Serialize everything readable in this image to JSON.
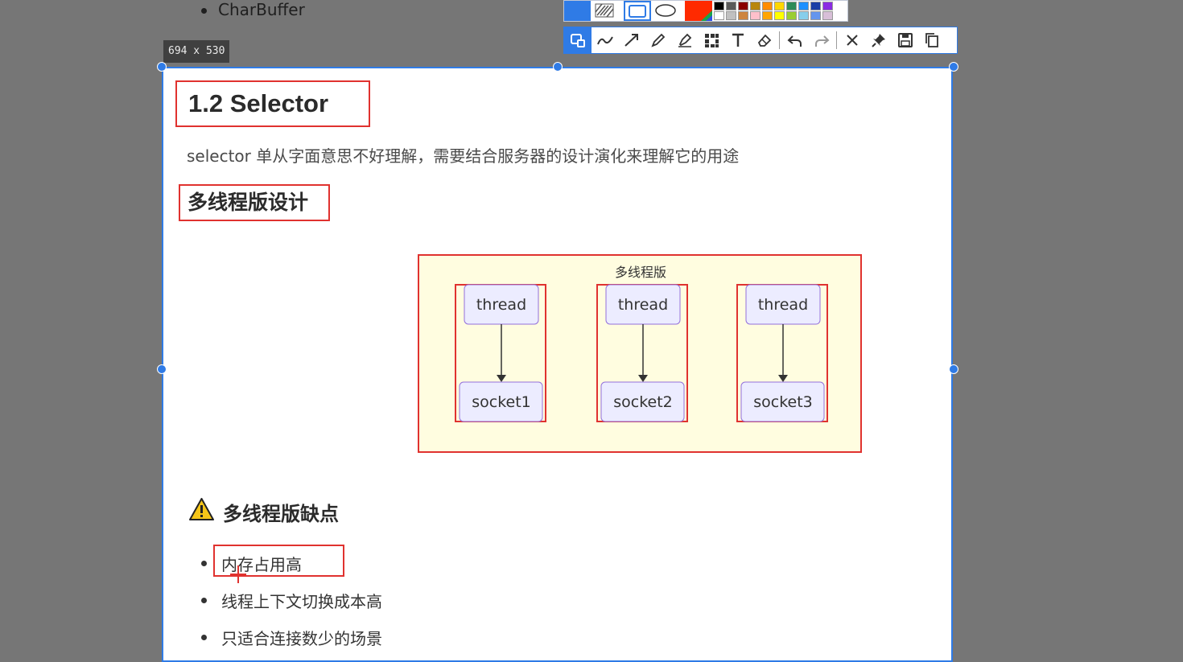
{
  "background": {
    "bullet_text": "CharBuffer"
  },
  "selection": {
    "size_label": "694 x 530",
    "border_color": "#2f7be6"
  },
  "toolbar": {
    "top_row": {
      "tools": [
        "mosaic-icon",
        "rectangle-icon",
        "ellipse-icon"
      ],
      "current_color": "#ff2a00",
      "palette": [
        [
          "#000000",
          "#5a5a5a",
          "#8b0000",
          "#b8860b",
          "#ff8c00",
          "#ffd700",
          "#2e8b57",
          "#1e90ff",
          "#1a3ea6",
          "#8a2be2"
        ],
        [
          "#ffffff",
          "#c0c0c0",
          "#cd853f",
          "#ffc0cb",
          "#ffa500",
          "#ffff00",
          "#9acd32",
          "#87ceeb",
          "#6495ed",
          "#d8bfd8"
        ]
      ]
    },
    "bottom_row": {
      "tools": [
        "select-shape-icon",
        "polyline-icon",
        "arrow-icon",
        "pen-icon",
        "highlighter-icon",
        "mosaic-grid-icon",
        "text-icon",
        "eraser-icon",
        "undo-icon",
        "redo-icon",
        "close-icon",
        "pin-icon",
        "save-icon",
        "copy-icon"
      ]
    }
  },
  "content": {
    "heading": "1.2 Selector",
    "intro": "selector 单从字面意思不好理解，需要结合服务器的设计演化来理解它的用途",
    "subheading": "多线程版设计",
    "diagram": {
      "title": "多线程版",
      "columns": [
        {
          "top": "thread",
          "bottom": "socket1"
        },
        {
          "top": "thread",
          "bottom": "socket2"
        },
        {
          "top": "thread",
          "bottom": "socket3"
        }
      ],
      "fill": "#fffde0",
      "node_fill": "#ececff",
      "node_stroke": "#9370db",
      "annotation_color": "#e0322f"
    },
    "warning_heading": "多线程版缺点",
    "drawbacks": [
      "内存占用高",
      "线程上下文切换成本高",
      "只适合连接数少的场景"
    ]
  }
}
